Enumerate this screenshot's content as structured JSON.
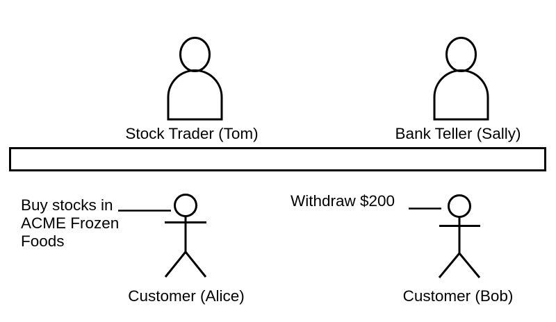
{
  "diagram": {
    "background_color": "#ffffff",
    "stroke_color": "#000000",
    "title": "",
    "service_bar": {
      "label": "",
      "fill": "#ffffff",
      "border": "#000000"
    },
    "providers": [
      {
        "id": "stock-trader",
        "label": "Stock Trader (Tom)",
        "icon": "actor-person-icon"
      },
      {
        "id": "bank-teller",
        "label": "Bank Teller (Sally)",
        "icon": "actor-person-icon"
      }
    ],
    "customers": [
      {
        "id": "alice",
        "label": "Customer (Alice)",
        "icon": "stick-figure-icon",
        "request_lines": [
          "Buy stocks in",
          "ACME Frozen",
          "Foods"
        ],
        "request_text": "Buy stocks in ACME Frozen Foods"
      },
      {
        "id": "bob",
        "label": "Customer (Bob)",
        "icon": "stick-figure-icon",
        "request_lines": [
          "Withdraw $200"
        ],
        "request_text": "Withdraw $200"
      }
    ]
  }
}
